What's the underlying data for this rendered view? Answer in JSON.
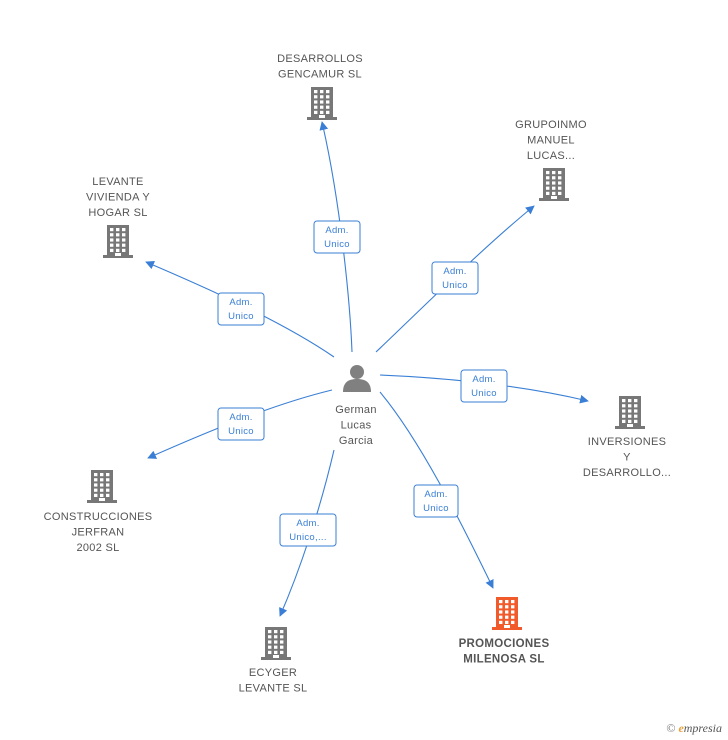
{
  "center": {
    "lines": [
      "German",
      "Lucas",
      "Garcia"
    ]
  },
  "colors": {
    "edge": "#3a7fd5",
    "building": "#777777",
    "highlight": "#f15a2b",
    "person": "#808080"
  },
  "nodes": [
    {
      "id": "desarrollos",
      "lines": [
        "DESARROLLOS",
        "GENCAMUR SL"
      ],
      "highlight": false
    },
    {
      "id": "grupoinmo",
      "lines": [
        "GRUPOINMO",
        "MANUEL",
        "LUCAS..."
      ],
      "highlight": false
    },
    {
      "id": "levante",
      "lines": [
        "LEVANTE",
        "VIVIENDA Y",
        "HOGAR SL"
      ],
      "highlight": false
    },
    {
      "id": "inversiones",
      "lines": [
        "INVERSIONES",
        "Y",
        "DESARROLLO..."
      ],
      "highlight": false
    },
    {
      "id": "construcciones",
      "lines": [
        "CONSTRUCCIONES",
        "JERFRAN",
        "2002 SL"
      ],
      "highlight": false
    },
    {
      "id": "ecyger",
      "lines": [
        "ECYGER",
        "LEVANTE SL"
      ],
      "highlight": false
    },
    {
      "id": "promociones",
      "lines": [
        "PROMOCIONES",
        "MILENOSA SL"
      ],
      "highlight": true
    }
  ],
  "edges": [
    {
      "target": "desarrollos",
      "lines": [
        "Adm.",
        "Unico"
      ]
    },
    {
      "target": "grupoinmo",
      "lines": [
        "Adm.",
        "Unico"
      ]
    },
    {
      "target": "levante",
      "lines": [
        "Adm.",
        "Unico"
      ]
    },
    {
      "target": "inversiones",
      "lines": [
        "Adm.",
        "Unico"
      ]
    },
    {
      "target": "construcciones",
      "lines": [
        "Adm.",
        "Unico"
      ]
    },
    {
      "target": "ecyger",
      "lines": [
        "Adm.",
        "Unico,..."
      ]
    },
    {
      "target": "promociones",
      "lines": [
        "Adm.",
        "Unico"
      ]
    }
  ],
  "footer": {
    "copyright": "©",
    "brand_initial": "e",
    "brand_rest": "mpresia"
  }
}
